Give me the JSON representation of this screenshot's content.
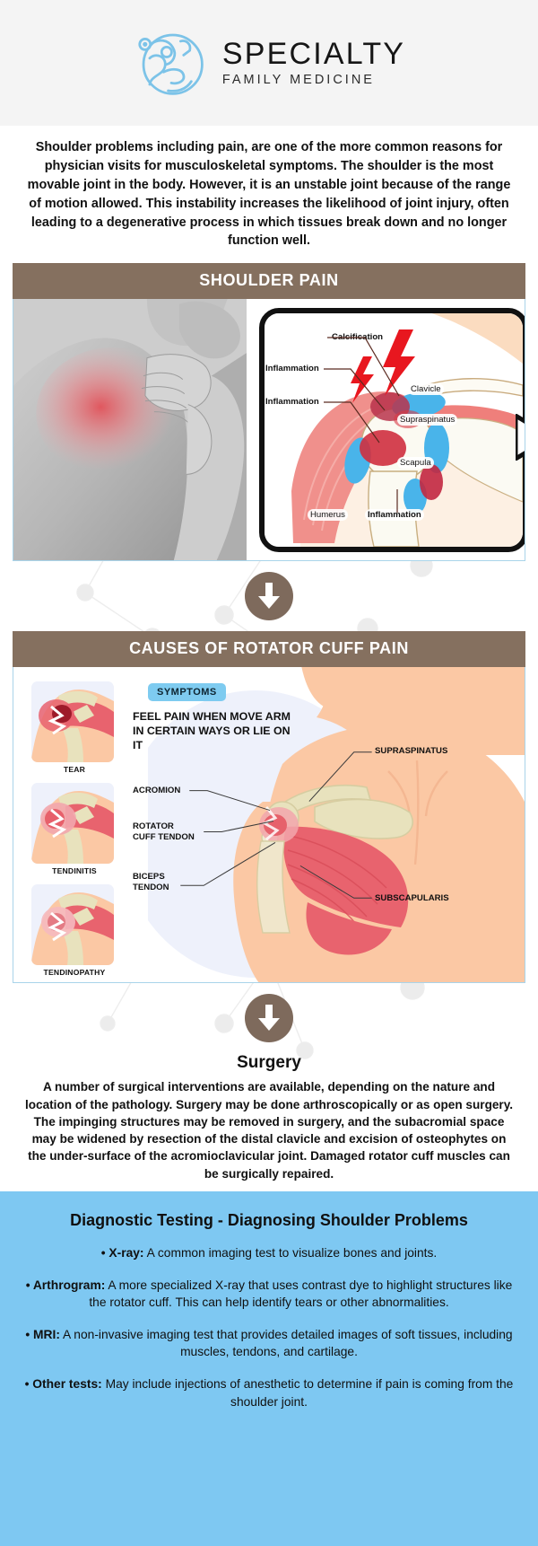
{
  "brand": {
    "logo_icon": "family-medicine-logo-icon",
    "title": "SPECIALTY",
    "subtitle": "FAMILY MEDICINE",
    "logo_color": "#7cc3e8"
  },
  "intro": {
    "text": "Shoulder problems including pain, are one of the more common reasons for physician visits for musculoskeletal symptoms. The shoulder is the most movable joint in the body. However, it is an unstable joint because of the range of motion allowed. This instability increases the likelihood of joint injury, often leading to a degenerative process in which tissues break down and no longer function well."
  },
  "colors": {
    "header_brown": "#85705f",
    "arrow_brown": "#7e6a5c",
    "panel_border": "#a9d4ea",
    "diagnostic_blue": "#7ec8f2",
    "symptom_pill_blue": "#7ecbf0",
    "pain_red": "#e8171f"
  },
  "section_shoulder_pain": {
    "header": "SHOULDER PAIN",
    "illustration_name": "shoulder-joint-anatomy-illustration",
    "photo_name": "man-holding-painful-shoulder-photo",
    "labels": [
      {
        "text": "Calcification",
        "bold": true
      },
      {
        "text": "Inflammation",
        "bold": true
      },
      {
        "text": "Inflammation",
        "bold": true
      },
      {
        "text": "Clavicle",
        "bold": false
      },
      {
        "text": "Supraspinatus",
        "bold": false
      },
      {
        "text": "Scapula",
        "bold": false
      },
      {
        "text": "Humerus",
        "bold": false
      },
      {
        "text": "Inflammation",
        "bold": true
      }
    ]
  },
  "divider_arrow": {
    "icon": "down-arrow-icon"
  },
  "section_rotator_cuff": {
    "header": "CAUSES OF ROTATOR CUFF PAIN",
    "symptoms_pill": "SYMPTOMS",
    "symptoms_text": "FEEL PAIN WHEN MOVE ARM IN CERTAIN WAYS OR LIE ON IT",
    "thumbnails": [
      {
        "caption": "TEAR",
        "icon": "rotator-cuff-tear-illustration"
      },
      {
        "caption": "TENDINITIS",
        "icon": "rotator-cuff-tendinitis-illustration"
      },
      {
        "caption": "TENDINOPATHY",
        "icon": "rotator-cuff-tendinopathy-illustration"
      }
    ],
    "labels_left": [
      "ACROMION",
      "ROTATOR\nCUFF TENDON",
      "BICEPS\nTENDON"
    ],
    "labels_right": [
      "SUPRASPINATUS",
      "SUBSCAPULARIS"
    ],
    "illustration_name": "back-shoulder-muscle-anatomy-illustration"
  },
  "section_surgery": {
    "title": "Surgery",
    "text": "A number of surgical interventions are available, depending on the nature and location of the pathology. Surgery may be done arthroscopically or as open surgery. The impinging structures may be removed in surgery, and the subacromial space may be widened by resection of the distal clavicle and excision of osteophytes on the under-surface of the acromioclavicular joint. Damaged rotator cuff muscles can be surgically repaired."
  },
  "section_diagnostic": {
    "title": "Diagnostic Testing - Diagnosing Shoulder Problems",
    "items": [
      {
        "term": "• X-ray:",
        "body": " A common imaging test to visualize bones and joints."
      },
      {
        "term": "• Arthrogram:",
        "body": " A more specialized X-ray that uses contrast dye to highlight structures like the rotator cuff. This can help identify tears or other abnormalities."
      },
      {
        "term": "• MRI:",
        "body": " A non-invasive imaging test that provides detailed images of soft tissues, including muscles, tendons, and cartilage."
      },
      {
        "term": "• Other tests:",
        "body": " May include injections of anesthetic to determine if pain is coming from the shoulder joint."
      }
    ]
  }
}
